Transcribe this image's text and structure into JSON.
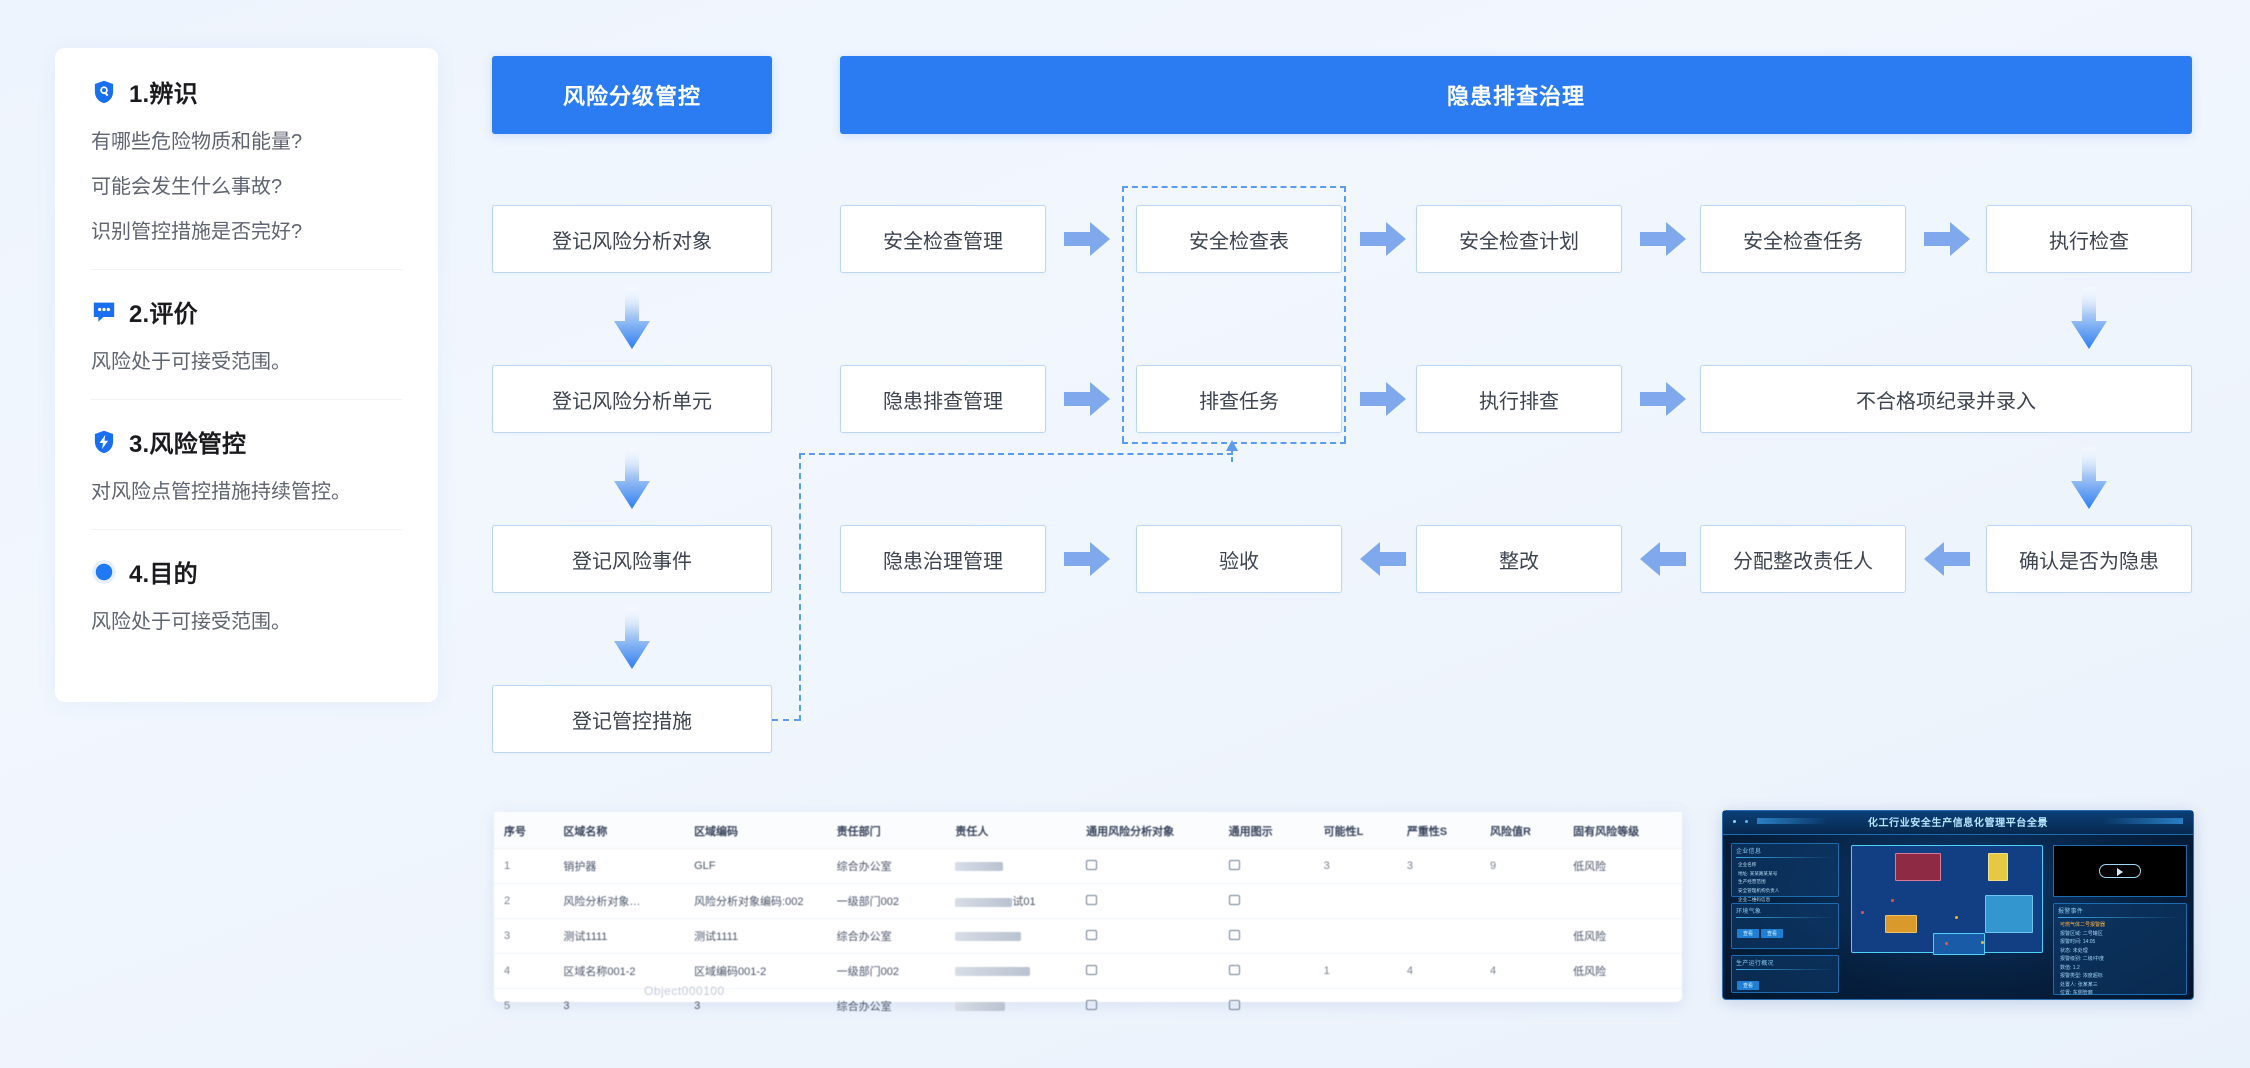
{
  "sidebar": {
    "sections": [
      {
        "icon": "shield-search-icon",
        "title": "1.辨识",
        "lines": [
          "有哪些危险物质和能量?",
          "可能会发生什么事故?",
          "识别管控措施是否完好?"
        ]
      },
      {
        "icon": "comment-dots-icon",
        "title": "2.评价",
        "lines": [
          "风险处于可接受范围。"
        ]
      },
      {
        "icon": "shield-bolt-icon",
        "title": "3.风险管控",
        "lines": [
          "对风险点管控措施持续管控。"
        ]
      },
      {
        "icon": "filled-circle-icon",
        "title": "4.目的",
        "lines": [
          "风险处于可接受范围。"
        ]
      }
    ]
  },
  "banners": {
    "risk": "风险分级管控",
    "hazard": "隐患排查治理"
  },
  "flow": {
    "risk_column": [
      "登记风险分析对象",
      "登记风险分析单元",
      "登记风险事件",
      "登记管控措施"
    ],
    "row1": [
      "安全检查管理",
      "安全检查表",
      "安全检查计划",
      "安全检查任务",
      "执行检查"
    ],
    "row2": [
      "隐患排查管理",
      "排查任务",
      "执行排查",
      "不合格项纪录并录入"
    ],
    "row3": [
      "隐患治理管理",
      "验收",
      "整改",
      "分配整改责任人",
      "确认是否为隐患"
    ]
  },
  "colors": {
    "banner_blue": "#2b7cf3",
    "arrow_blue": "#7fa9ec",
    "box_border": "#bcd6f7",
    "dash_blue": "#5b9bf0",
    "text_dark": "#1b1b1f",
    "text_muted": "#5f6570"
  },
  "table_shot": {
    "columns": [
      "序号",
      "区域名称",
      "区域编码",
      "责任部门",
      "责任人",
      "通用风险分析对象",
      "通用图示",
      "可能性L",
      "严重性S",
      "风险值R",
      "固有风险等级"
    ],
    "rows": [
      {
        "no": "1",
        "area": "销护器",
        "code": "GLF",
        "dept": "综合办公室",
        "owner": "",
        "object": "",
        "icon": "",
        "l": "3",
        "s": "3",
        "r": "9",
        "level": "低风险"
      },
      {
        "no": "2",
        "area": "风险分析对象…",
        "code": "风险分析对象编码:002",
        "dept": "一级部门002",
        "owner": "试01",
        "object": "",
        "icon": "",
        "l": "",
        "s": "",
        "r": "",
        "level": ""
      },
      {
        "no": "3",
        "area": "测试1111",
        "code": "测试1111",
        "dept": "综合办公室",
        "owner": "",
        "object": "",
        "icon": "",
        "l": "",
        "s": "",
        "r": "",
        "level": "低风险"
      },
      {
        "no": "4",
        "area": "区域名称001-2",
        "code": "区域编码001-2",
        "dept": "一级部门002",
        "owner": "",
        "object": "",
        "icon": "",
        "l": "1",
        "s": "4",
        "r": "4",
        "level": "低风险"
      },
      {
        "no": "5",
        "area": "3",
        "code": "3",
        "dept": "综合办公室",
        "owner": "",
        "object": "",
        "icon": "",
        "l": "",
        "s": "",
        "r": "",
        "level": ""
      }
    ],
    "watermark": "Object000100"
  },
  "dashboard_shot": {
    "title": "化工行业安全生产信息化管理平台全景",
    "panels": {
      "enterprise": "企业信息",
      "weather": "环境气象",
      "production": "生产运行概况",
      "events": "报警事件"
    },
    "fields": [
      "企业名称",
      "地址: 某某路某某号",
      "生产经营范围",
      "安全管理机构负责人",
      "企业二维码信息"
    ],
    "chips": [
      "查看",
      "查看",
      "查看"
    ],
    "event_lines": [
      "可燃气体二号报警器",
      "报警区域: 二号罐区",
      "报警时间: 14:05",
      "状态: 未处理",
      "报警级别: 二级/中度",
      "数值: 1.2",
      "报警类型: 浓度超标",
      "处置人: 张某某三",
      "位置: 东侧管廊"
    ]
  }
}
